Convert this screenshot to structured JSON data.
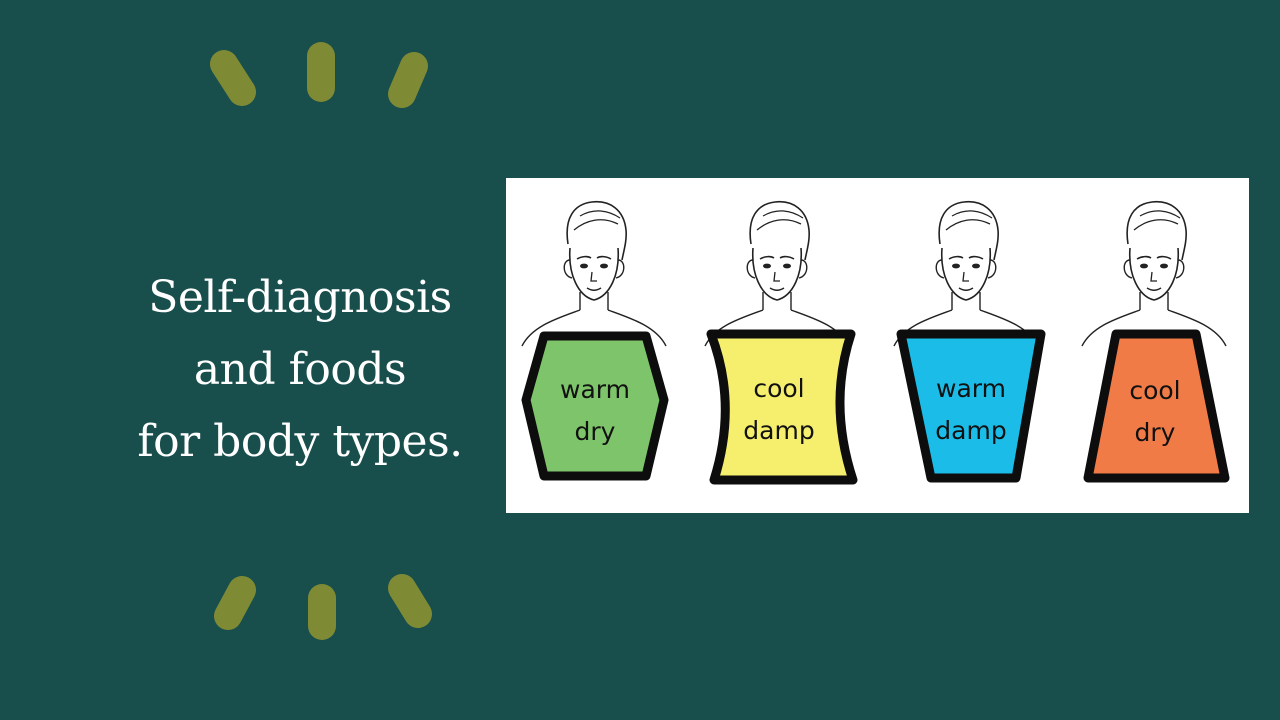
{
  "title_lines": [
    "Self-diagnosis",
    "and foods",
    "for body types."
  ],
  "body_types": [
    {
      "line1": "warm",
      "line2": "dry",
      "shape": "hexagon",
      "color": "#7ec46a"
    },
    {
      "line1": "cool",
      "line2": "damp",
      "shape": "hourglass",
      "color": "#f6ef6d"
    },
    {
      "line1": "warm",
      "line2": "damp",
      "shape": "inverted-trapezoid",
      "color": "#1bbde8"
    },
    {
      "line1": "cool",
      "line2": "dry",
      "shape": "trapezoid",
      "color": "#f07b47"
    }
  ],
  "colors": {
    "background": "#184e4c",
    "accent": "#7f8a35",
    "title_text": "#ffffff"
  },
  "icons": [
    "accent-marks-top",
    "accent-marks-bottom",
    "person-head-icon"
  ]
}
